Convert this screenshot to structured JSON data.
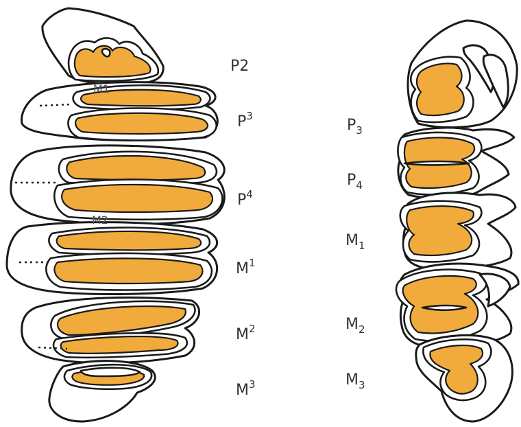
{
  "colors": {
    "enamel": "#f0ab3c",
    "outline": "#1a1a1a",
    "label": "#333333"
  },
  "upper_jaw": {
    "labels": [
      {
        "base": "P",
        "idx": "2",
        "pos": "inline"
      },
      {
        "base": "P",
        "idx": "3",
        "pos": "sup"
      },
      {
        "base": "P",
        "idx": "4",
        "pos": "sup"
      },
      {
        "base": "M",
        "idx": "1",
        "pos": "sup"
      },
      {
        "base": "M",
        "idx": "2",
        "pos": "sup"
      },
      {
        "base": "M",
        "idx": "3",
        "pos": "sup"
      }
    ],
    "overlay_labels": [
      "M1",
      "M2"
    ]
  },
  "lower_jaw": {
    "labels": [
      {
        "base": "P",
        "idx": "3",
        "pos": "sub"
      },
      {
        "base": "P",
        "idx": "4",
        "pos": "sub"
      },
      {
        "base": "M",
        "idx": "1",
        "pos": "sub"
      },
      {
        "base": "M",
        "idx": "2",
        "pos": "sub"
      },
      {
        "base": "M",
        "idx": "3",
        "pos": "sub"
      }
    ]
  }
}
